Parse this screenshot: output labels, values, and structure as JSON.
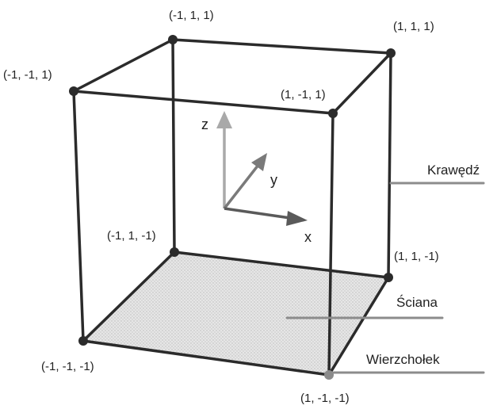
{
  "vertices": {
    "top_back_left": "(-1, 1, 1)",
    "top_back_right": "(1, 1, 1)",
    "top_front_left": "(-1, -1, 1)",
    "top_front_right": "(1, -1, 1)",
    "bottom_back_left": "(-1, 1, -1)",
    "bottom_back_right": "(1, 1, -1)",
    "bottom_front_left": "(-1, -1, -1)",
    "bottom_front_right": "(1, -1, -1)"
  },
  "axes": {
    "z": "z",
    "y": "y",
    "x": "x"
  },
  "callouts": {
    "edge": "Krawędź",
    "face": "Ściana",
    "vertex": "Wierzchołek"
  },
  "colors": {
    "edge": "#2b2b2b",
    "vertex": "#2b2b2b",
    "axis_z": "#a9a9a9",
    "axis_y": "#7a7a7a",
    "axis_x": "#5a5a5a",
    "callout_line": "#8c8c8c",
    "face_fill": "#d8d8d8",
    "text": "#222222"
  }
}
